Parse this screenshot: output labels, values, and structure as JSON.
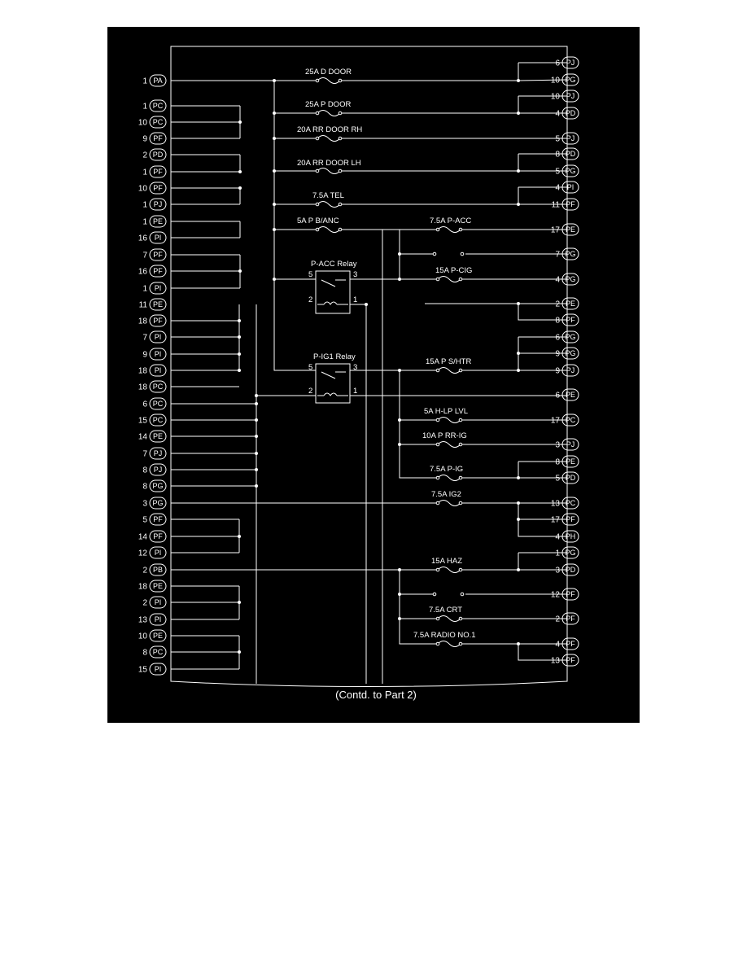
{
  "caption": "(Contd. to Part 2)",
  "colors": {
    "background": "#000000",
    "wire": "#ffffff",
    "page": "#ffffff"
  },
  "left_terminals": [
    {
      "pin": "1",
      "code": "PA"
    },
    {
      "pin": "1",
      "code": "PC"
    },
    {
      "pin": "10",
      "code": "PC"
    },
    {
      "pin": "9",
      "code": "PF"
    },
    {
      "pin": "2",
      "code": "PD"
    },
    {
      "pin": "1",
      "code": "PF"
    },
    {
      "pin": "10",
      "code": "PF"
    },
    {
      "pin": "1",
      "code": "PJ"
    },
    {
      "pin": "1",
      "code": "PE"
    },
    {
      "pin": "16",
      "code": "PI"
    },
    {
      "pin": "7",
      "code": "PF"
    },
    {
      "pin": "16",
      "code": "PF"
    },
    {
      "pin": "1",
      "code": "PI"
    },
    {
      "pin": "11",
      "code": "PE"
    },
    {
      "pin": "18",
      "code": "PF"
    },
    {
      "pin": "7",
      "code": "PI"
    },
    {
      "pin": "9",
      "code": "PI"
    },
    {
      "pin": "18",
      "code": "PI"
    },
    {
      "pin": "18",
      "code": "PC"
    },
    {
      "pin": "6",
      "code": "PC"
    },
    {
      "pin": "15",
      "code": "PC"
    },
    {
      "pin": "14",
      "code": "PE"
    },
    {
      "pin": "7",
      "code": "PJ"
    },
    {
      "pin": "8",
      "code": "PJ"
    },
    {
      "pin": "8",
      "code": "PG"
    },
    {
      "pin": "3",
      "code": "PG"
    },
    {
      "pin": "5",
      "code": "PF"
    },
    {
      "pin": "14",
      "code": "PF"
    },
    {
      "pin": "12",
      "code": "PI"
    },
    {
      "pin": "2",
      "code": "PB"
    },
    {
      "pin": "18",
      "code": "PE"
    },
    {
      "pin": "2",
      "code": "PI"
    },
    {
      "pin": "13",
      "code": "PI"
    },
    {
      "pin": "10",
      "code": "PE"
    },
    {
      "pin": "8",
      "code": "PC"
    },
    {
      "pin": "15",
      "code": "PI"
    }
  ],
  "right_terminals": [
    {
      "pin": "6",
      "code": "PJ"
    },
    {
      "pin": "10",
      "code": "PG"
    },
    {
      "pin": "10",
      "code": "PJ"
    },
    {
      "pin": "4",
      "code": "PD"
    },
    {
      "pin": "5",
      "code": "PJ"
    },
    {
      "pin": "8",
      "code": "PD"
    },
    {
      "pin": "5",
      "code": "PG"
    },
    {
      "pin": "4",
      "code": "PI"
    },
    {
      "pin": "11",
      "code": "PF"
    },
    {
      "pin": "17",
      "code": "PE"
    },
    {
      "pin": "7",
      "code": "PG"
    },
    {
      "pin": "4",
      "code": "PG"
    },
    {
      "pin": "2",
      "code": "PE"
    },
    {
      "pin": "8",
      "code": "PF"
    },
    {
      "pin": "6",
      "code": "PG"
    },
    {
      "pin": "9",
      "code": "PG"
    },
    {
      "pin": "9",
      "code": "PJ"
    },
    {
      "pin": "6",
      "code": "PE"
    },
    {
      "pin": "17",
      "code": "PC"
    },
    {
      "pin": "3",
      "code": "PJ"
    },
    {
      "pin": "8",
      "code": "PE"
    },
    {
      "pin": "5",
      "code": "PD"
    },
    {
      "pin": "13",
      "code": "PC"
    },
    {
      "pin": "17",
      "code": "PF"
    },
    {
      "pin": "4",
      "code": "PH"
    },
    {
      "pin": "1",
      "code": "PG"
    },
    {
      "pin": "3",
      "code": "PD"
    },
    {
      "pin": "12",
      "code": "PF"
    },
    {
      "pin": "2",
      "code": "PF"
    },
    {
      "pin": "4",
      "code": "PF"
    },
    {
      "pin": "13",
      "code": "PF"
    }
  ],
  "fuses": [
    "25A D DOOR",
    "25A P DOOR",
    "20A RR DOOR RH",
    "20A RR DOOR LH",
    "7.5A TEL",
    "5A P B/ANC",
    "7.5A P-ACC",
    "15A P-CIG",
    "15A P S/HTR",
    "5A H-LP LVL",
    "10A P RR-IG",
    "7.5A P-IG",
    "7.5A IG2",
    "15A HAZ",
    "7.5A CRT",
    "7.5A RADIO NO.1"
  ],
  "relays": [
    {
      "name": "P-ACC Relay",
      "pins": [
        "5",
        "3",
        "2",
        "1"
      ]
    },
    {
      "name": "P-IG1 Relay",
      "pins": [
        "5",
        "3",
        "2",
        "1"
      ]
    }
  ]
}
